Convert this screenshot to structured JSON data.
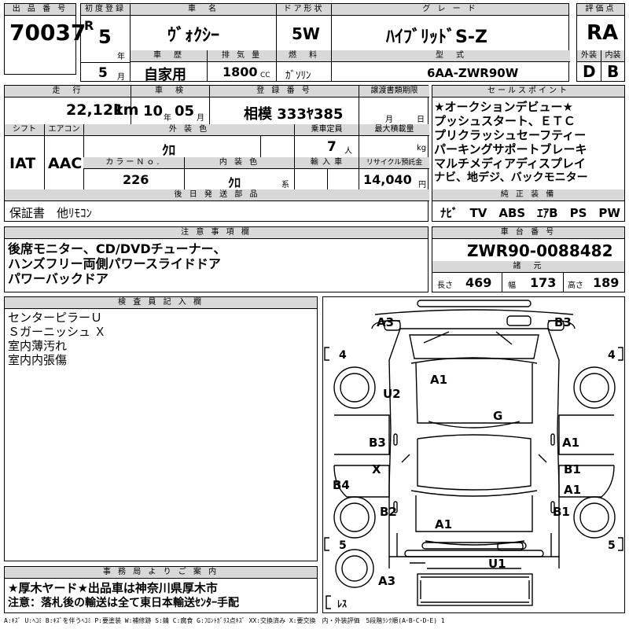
{
  "lot": {
    "label": "出 品 番 号",
    "value": "70037"
  },
  "first_reg": {
    "label": "初度登録",
    "era": "R",
    "year": "5",
    "year_unit": "年",
    "month": "5",
    "month_unit": "月"
  },
  "car_name": {
    "label": "車　名",
    "value": "ｳﾞｫｸｼｰ"
  },
  "door": {
    "label": "ドア形状",
    "value": "5W"
  },
  "grade": {
    "label": "グ レ ー ド",
    "value": "ﾊｲﾌﾞﾘｯﾄﾞS-Z"
  },
  "score": {
    "label": "評価点",
    "value": "RA",
    "ext_label": "外装",
    "ext": "D",
    "int_label": "内装",
    "int": "B"
  },
  "history": {
    "label": "車　歴",
    "value": "自家用"
  },
  "displacement": {
    "label": "排 気 量",
    "value": "1800",
    "unit": "CC"
  },
  "fuel": {
    "label": "燃　料",
    "value": "ｶﾞｿﾘﾝ"
  },
  "model": {
    "label": "型　式",
    "value": "6AA-ZWR90W"
  },
  "mileage": {
    "label": "走　行",
    "value": "22,121",
    "unit": "km"
  },
  "inspection": {
    "label": "車　検",
    "year": "10",
    "year_unit": "年",
    "month": "05",
    "month_unit": "月"
  },
  "plate": {
    "label": "登 録 番 号",
    "value": "相模 333ﾔ385"
  },
  "transfer": {
    "label": "譲渡書類期限",
    "month_unit": "月",
    "day_unit": "日"
  },
  "shift": {
    "label": "シフト",
    "value": "IAT"
  },
  "ac": {
    "label": "エアコン",
    "value": "AAC"
  },
  "ext_color": {
    "label": "外 装 色",
    "value": "ｸﾛ"
  },
  "capacity": {
    "label": "乗車定員",
    "value": "7",
    "unit": "人"
  },
  "max_load": {
    "label": "最大積載量",
    "unit": "kg"
  },
  "color_no": {
    "label": "カラーＮｏ.",
    "value": "226"
  },
  "int_color": {
    "label": "内 装 色",
    "value": "ｸﾛ",
    "unit": "系"
  },
  "import": {
    "label": "輸 入 車"
  },
  "recycle": {
    "label": "リサイクル預託金",
    "value": "14,040",
    "unit": "円"
  },
  "later_parts": {
    "label": "後 日 発 送 部 品",
    "value": "保証書　他ﾘﾓｺﾝ"
  },
  "sales_points": {
    "label": "セールスポイント",
    "items": [
      "★オークションデビュー★",
      "プッシュスタート、ＥＴＣ",
      "プリクラッシュセーフティー",
      "パーキングサポートブレーキ",
      "マルチメディアディスプレイ",
      "ナビ、地デジ、バックモニター"
    ]
  },
  "equipment": {
    "label": "純 正 装 備",
    "value": "ﾅﾋﾞ　TV　ABS　ｴｱB　PS　PW"
  },
  "notes": {
    "label": "注 意 事 項 欄",
    "lines": [
      "後席モニター、CD/DVDチューナー、",
      "ハンズフリー両側パワースライドドア",
      "パワーバックドア"
    ]
  },
  "chassis": {
    "label": "車 台 番 号",
    "value": "ZWR90-0088482"
  },
  "specs": {
    "label": "諸　元",
    "length_label": "長さ",
    "length": "469",
    "width_label": "幅",
    "width": "173",
    "height_label": "高さ",
    "height": "189"
  },
  "inspector": {
    "label": "検 査 員 記 入 欄",
    "lines": [
      "センターピラーＵ",
      "Ｓガーニッシュ Ｘ",
      "室内薄汚れ",
      "室内内張傷"
    ]
  },
  "office": {
    "label": "事 務 局 よ り ご 案 内",
    "lines": [
      "★厚木ヤード★出品車は神奈川県厚木市",
      "注意：落札後の輸送は全て東日本輸送ｾﾝﾀｰ手配"
    ]
  },
  "footer": "A:ｷｽﾞ U:ﾍｺﾐ B:ｷｽﾞを伴うﾍｺﾐ P:要塗装 W:補修跡 S:錆 C:腐食 G:ﾌﾛﾝﾄｶﾞﾗｽ点ｷｽﾞ XX:交換済み X:要交換　内・外装評価　5段階ﾗﾝｸ順(A･B･C･D･E) 1",
  "diagram": {
    "tires_front": "4",
    "tires_rear": "5",
    "spare_label": "ﾚｽ",
    "marks": {
      "a3_tl": "A3",
      "b3_tr": "B3",
      "u2": "U2",
      "a1_hood": "A1",
      "g": "G",
      "b3_l": "B3",
      "a1_r1": "A1",
      "x": "X",
      "b1_r1": "B1",
      "b4": "B4",
      "a1_r2": "A1",
      "b2": "B2",
      "b1_r2": "B1",
      "a1_roof": "A1",
      "u1": "U1",
      "a3_bl": "A3"
    }
  }
}
